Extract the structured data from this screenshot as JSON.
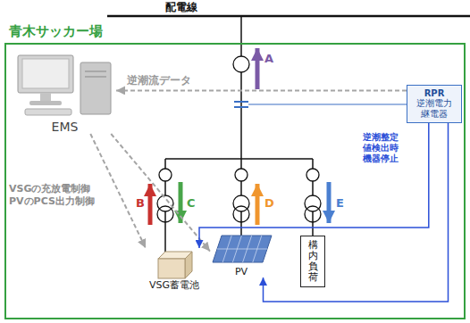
{
  "diagram": {
    "nodes": [
      {
        "text": [
          "青木サッカー場"
        ]
      },
      {
        "text": [
          "EMS"
        ],
        "in": 0
      },
      {
        "text": [
          "RPR",
          "逆潮電力 継電器"
        ],
        "in": 0
      },
      {
        "text": [
          "VSG蓄電池"
        ],
        "in": 0
      },
      {
        "text": [
          "PV"
        ],
        "in": 0
      },
      {
        "text": [
          "構内負荷"
        ],
        "in": 0
      }
    ],
    "edges": [
      {
        "from": 2,
        "to": 1,
        "arrow": "to",
        "label": "逆潮流データ"
      },
      {
        "from": 1,
        "to": 3,
        "arrow": "to"
      },
      {
        "from": 1,
        "to": 4,
        "arrow": "to"
      },
      {
        "from": 2,
        "to": 3,
        "arrow": "to"
      },
      {
        "from": 2,
        "to": 4,
        "arrow": "to"
      }
    ],
    "labels": [
      "配電線",
      "A",
      "逆潮整定 値検出時 機器停止",
      "VSGの充放電制御 PVのPCS出力制御",
      "B",
      "C",
      "D",
      "E"
    ]
  }
}
